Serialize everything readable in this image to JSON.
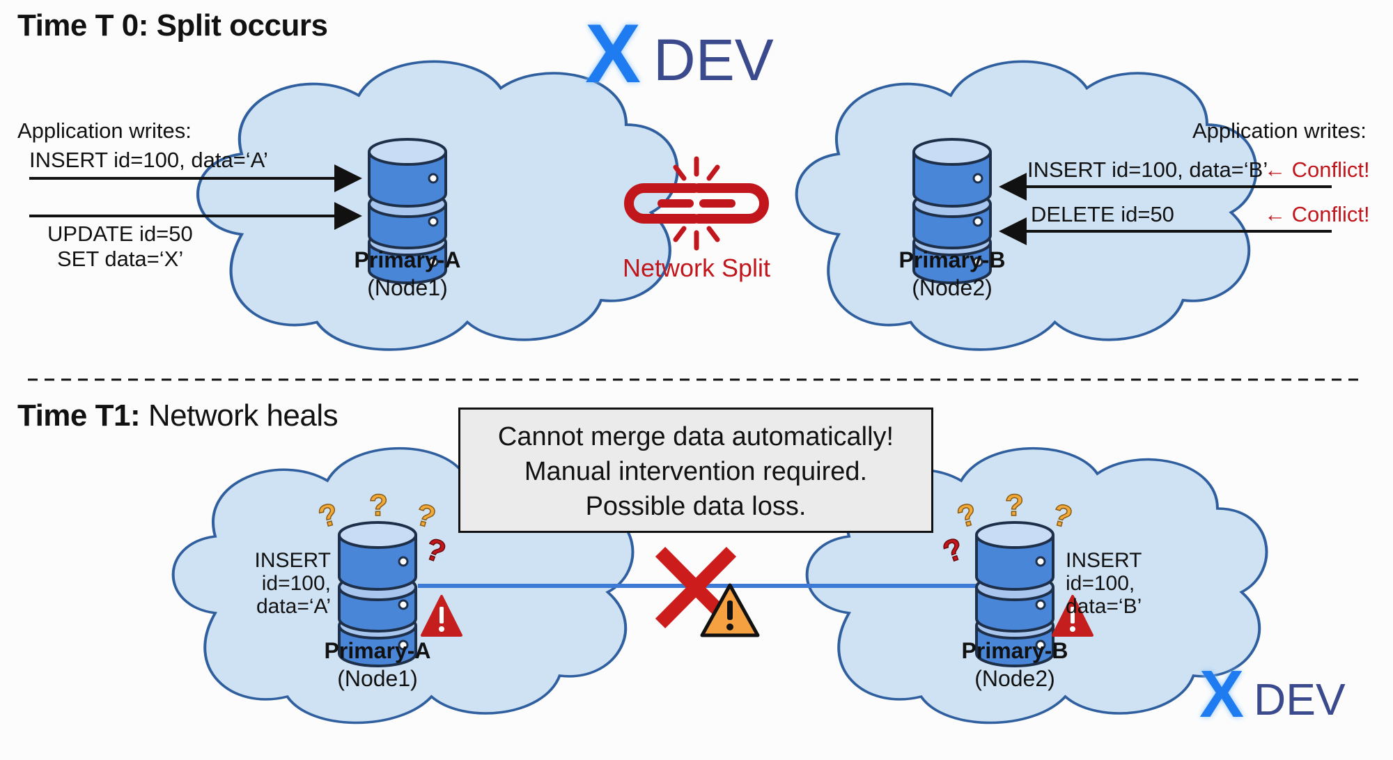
{
  "section_t0": {
    "heading": "Time T 0: Split occurs",
    "left": {
      "app_writes_label": "Application writes:",
      "write_1": "INSERT id=100, data=‘A’",
      "write_2_line1": "UPDATE id=50",
      "write_2_line2": "SET data=‘X’",
      "node_title": "Primary-A",
      "node_sub": "(Node1)"
    },
    "center": {
      "icon": "broken-link-icon",
      "label": "Network Split"
    },
    "right": {
      "app_writes_label": "Application writes:",
      "write_1": "INSERT id=100, data=‘B’",
      "write_2": "DELETE id=50",
      "conflict_1": "← Conflict!",
      "conflict_2": "← Conflict!",
      "node_title": "Primary-B",
      "node_sub": "(Node2)"
    }
  },
  "section_t1": {
    "heading_bold": "Time T1:",
    "heading_rest": " Network heals",
    "message_lines": [
      "Cannot merge data automatically!",
      "Manual intervention required.",
      "Possible data loss."
    ],
    "left": {
      "record_line1": "INSERT",
      "record_line2": "id=100,",
      "record_line3": "data=‘A’",
      "node_title": "Primary-A",
      "node_sub": "(Node1)"
    },
    "right": {
      "record_line1": "INSERT",
      "record_line2": "id=100,",
      "record_line3": "data=‘B’",
      "node_title": "Primary-B",
      "node_sub": "(Node2)"
    }
  },
  "logo": {
    "mark": "X",
    "text": "DEV"
  },
  "colors": {
    "cloud_fill": "#cfe2f3",
    "cloud_stroke": "#2f5f9e",
    "db_fill": "#4a86d8",
    "conflict_red": "#c0161c",
    "warning_orange": "#f5a142",
    "question_orange": "#f0a93a",
    "logo_x": "#1f7cf0",
    "logo_dev": "#3a4a8c"
  }
}
